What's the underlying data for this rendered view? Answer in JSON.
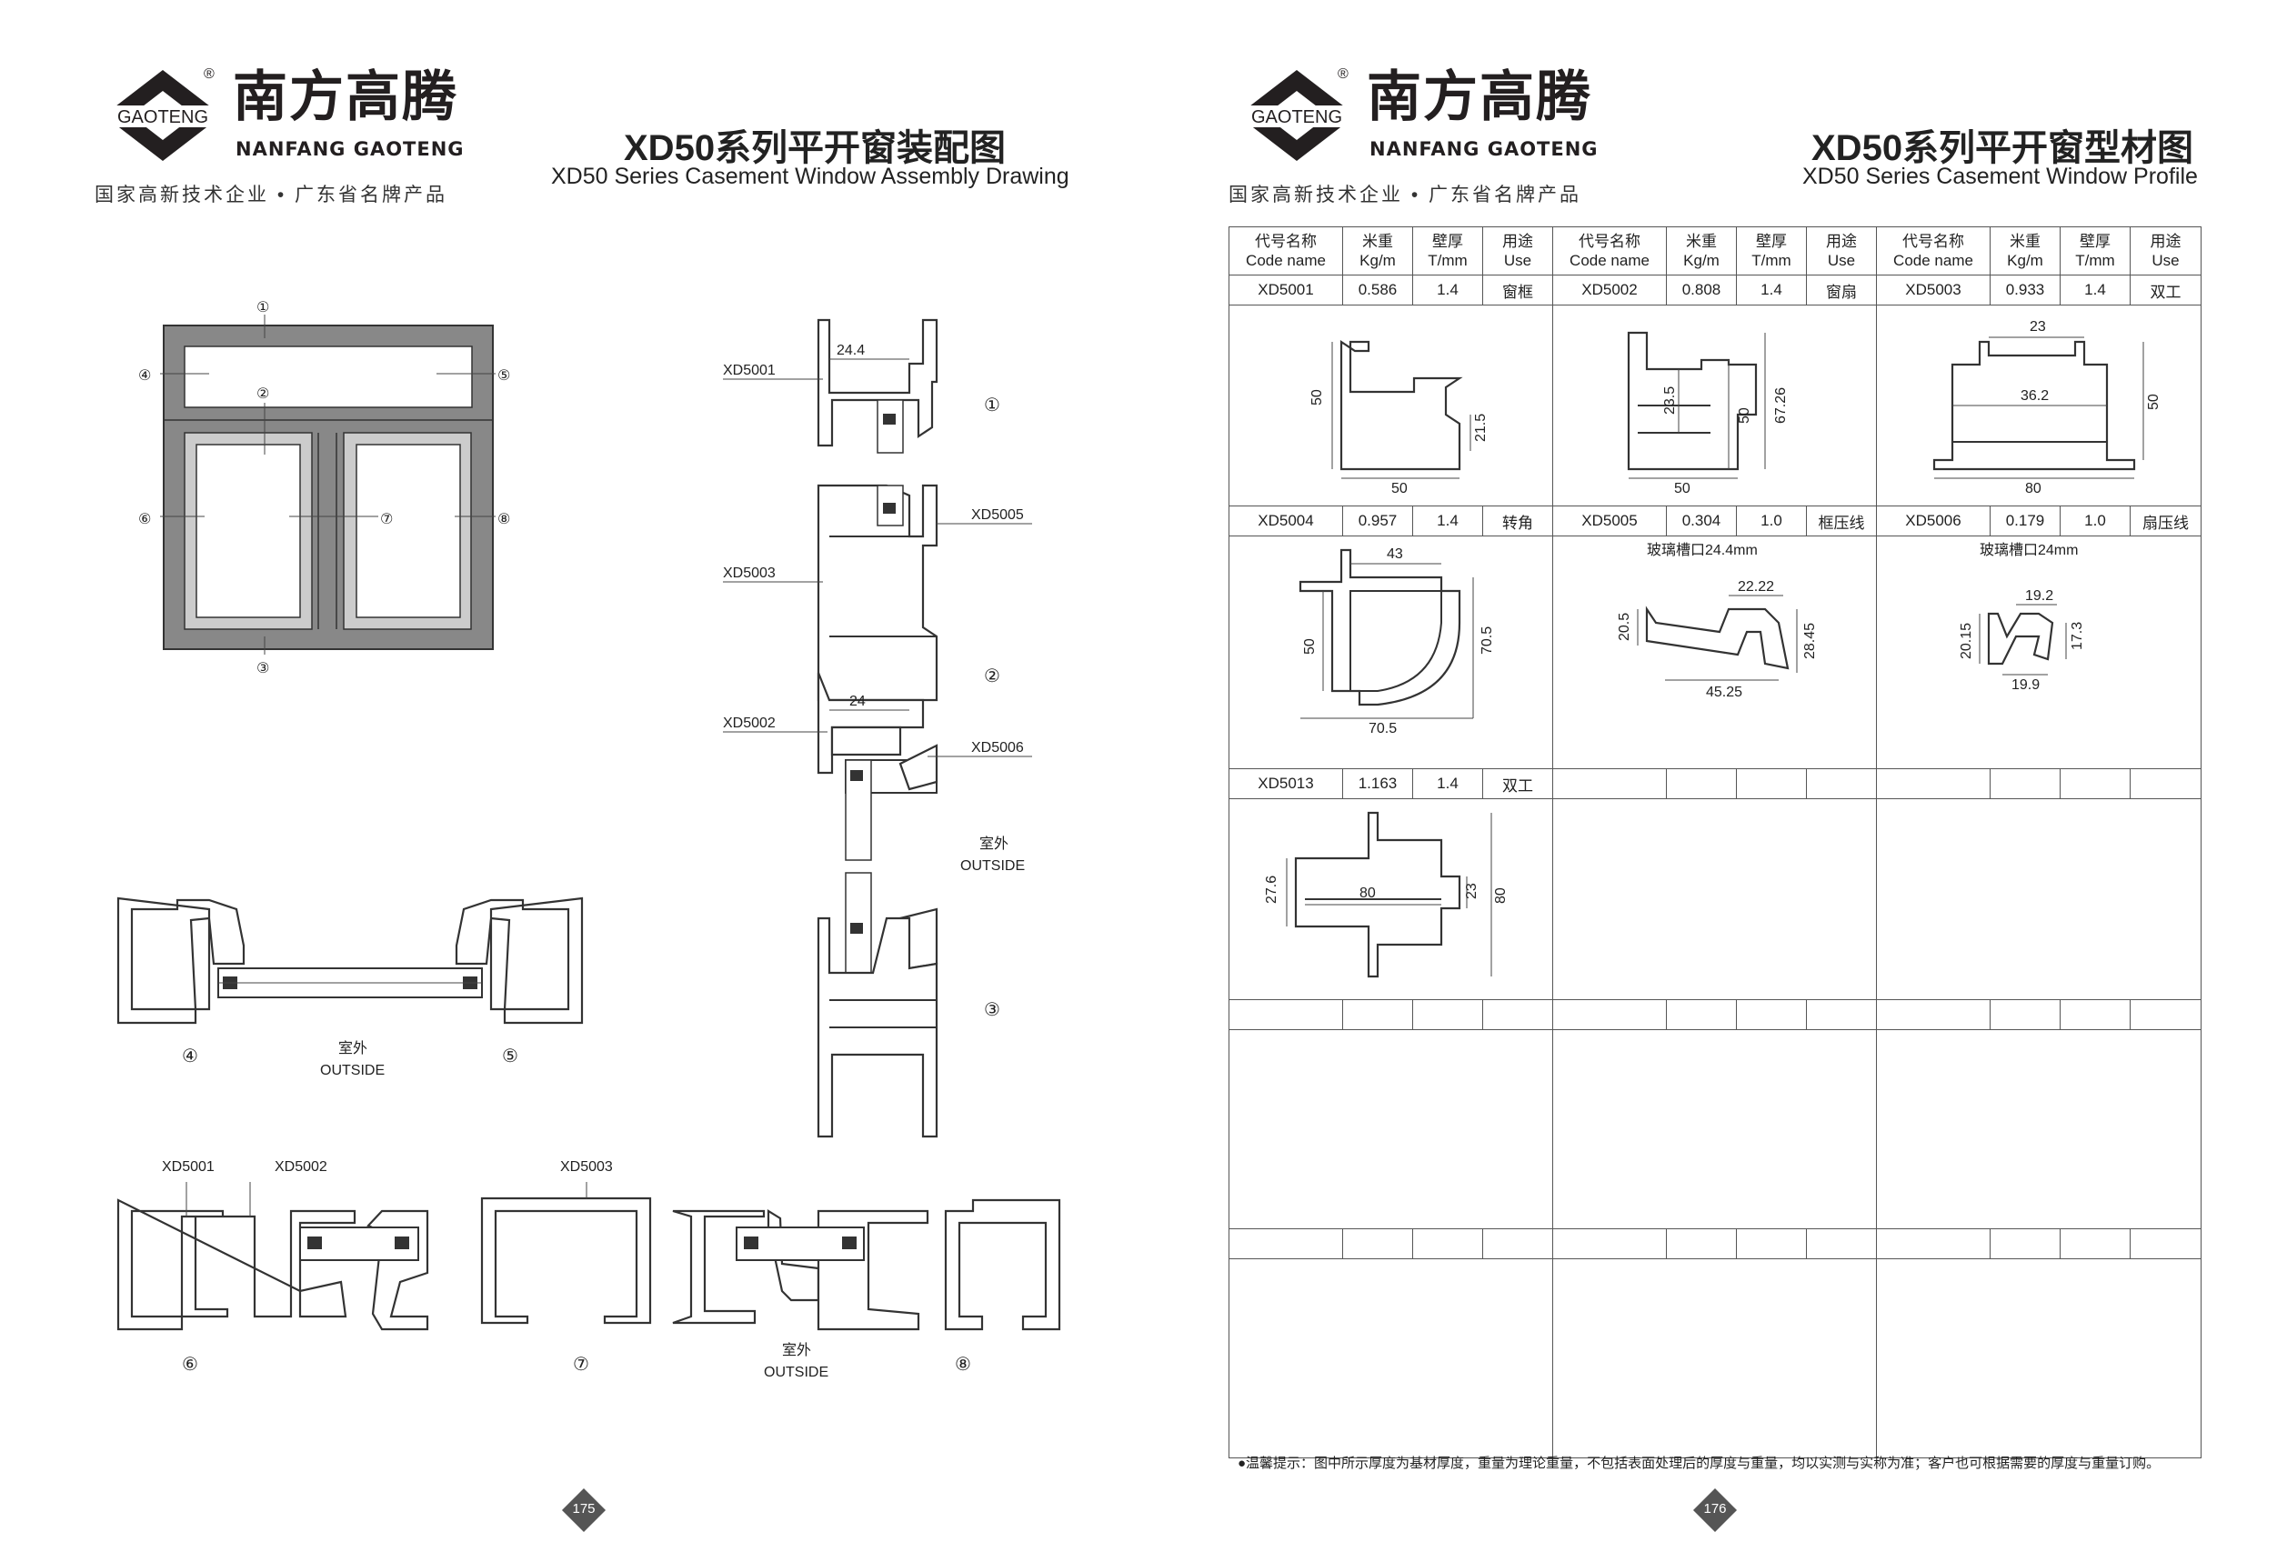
{
  "brand": {
    "name_cn": "南方高腾",
    "name_en": "NANFANG GAOTENG",
    "logo_word": "GAOTENG",
    "registered": "®",
    "slogan": "国家高新技术企业 • 广东省名牌产品"
  },
  "left_page": {
    "title_cn": "XD50系列平开窗装配图",
    "title_en": "XD50 Series Casement Window Assembly Drawing",
    "page_number": "175",
    "markers": [
      "①",
      "②",
      "③",
      "④",
      "⑤",
      "⑥",
      "⑦",
      "⑧"
    ],
    "labels": {
      "xd5001": "XD5001",
      "xd5002": "XD5002",
      "xd5003": "XD5003",
      "xd5005": "XD5005",
      "xd5006": "XD5006",
      "dim_24_4": "24.4",
      "dim_24": "24",
      "outside_cn": "室外",
      "outside_en": "OUTSIDE"
    }
  },
  "right_page": {
    "title_cn": "XD50系列平开窗型材图",
    "title_en": "XD50 Series Casement Window Profile",
    "page_number": "176",
    "table_headers": {
      "code_cn": "代号名称",
      "code_en": "Code name",
      "weight_cn": "米重",
      "weight_en": "Kg/m",
      "thick_cn": "壁厚",
      "thick_en": "T/mm",
      "use_cn": "用途",
      "use_en": "Use"
    },
    "profiles": [
      {
        "code": "XD5001",
        "weight": "0.586",
        "thickness": "1.4",
        "use": "窗框",
        "dims": [
          "50",
          "50",
          "21.5"
        ]
      },
      {
        "code": "XD5002",
        "weight": "0.808",
        "thickness": "1.4",
        "use": "窗扇",
        "dims": [
          "23.5",
          "50",
          "67.26",
          "50"
        ]
      },
      {
        "code": "XD5003",
        "weight": "0.933",
        "thickness": "1.4",
        "use": "双工",
        "dims": [
          "23",
          "36.2",
          "50",
          "80"
        ]
      },
      {
        "code": "XD5004",
        "weight": "0.957",
        "thickness": "1.4",
        "use": "转角",
        "dims": [
          "43",
          "50",
          "70.5",
          "70.5"
        ]
      },
      {
        "code": "XD5005",
        "weight": "0.304",
        "thickness": "1.0",
        "use": "框压线",
        "note": "玻璃槽口24.4mm",
        "dims": [
          "22.22",
          "20.5",
          "28.45",
          "45.25"
        ]
      },
      {
        "code": "XD5006",
        "weight": "0.179",
        "thickness": "1.0",
        "use": "扇压线",
        "note": "玻璃槽口24mm",
        "dims": [
          "19.2",
          "20.15",
          "17.3",
          "19.9"
        ]
      },
      {
        "code": "XD5013",
        "weight": "1.163",
        "thickness": "1.4",
        "use": "双工",
        "dims": [
          "27.6",
          "80",
          "23",
          "80"
        ]
      }
    ],
    "note": "●温馨提示：图中所示厚度为基材厚度，重量为理论重量，不包括表面处理后的厚度与重量，均以实测与实称为准；客户也可根据需要的厚度与重量订购。"
  }
}
